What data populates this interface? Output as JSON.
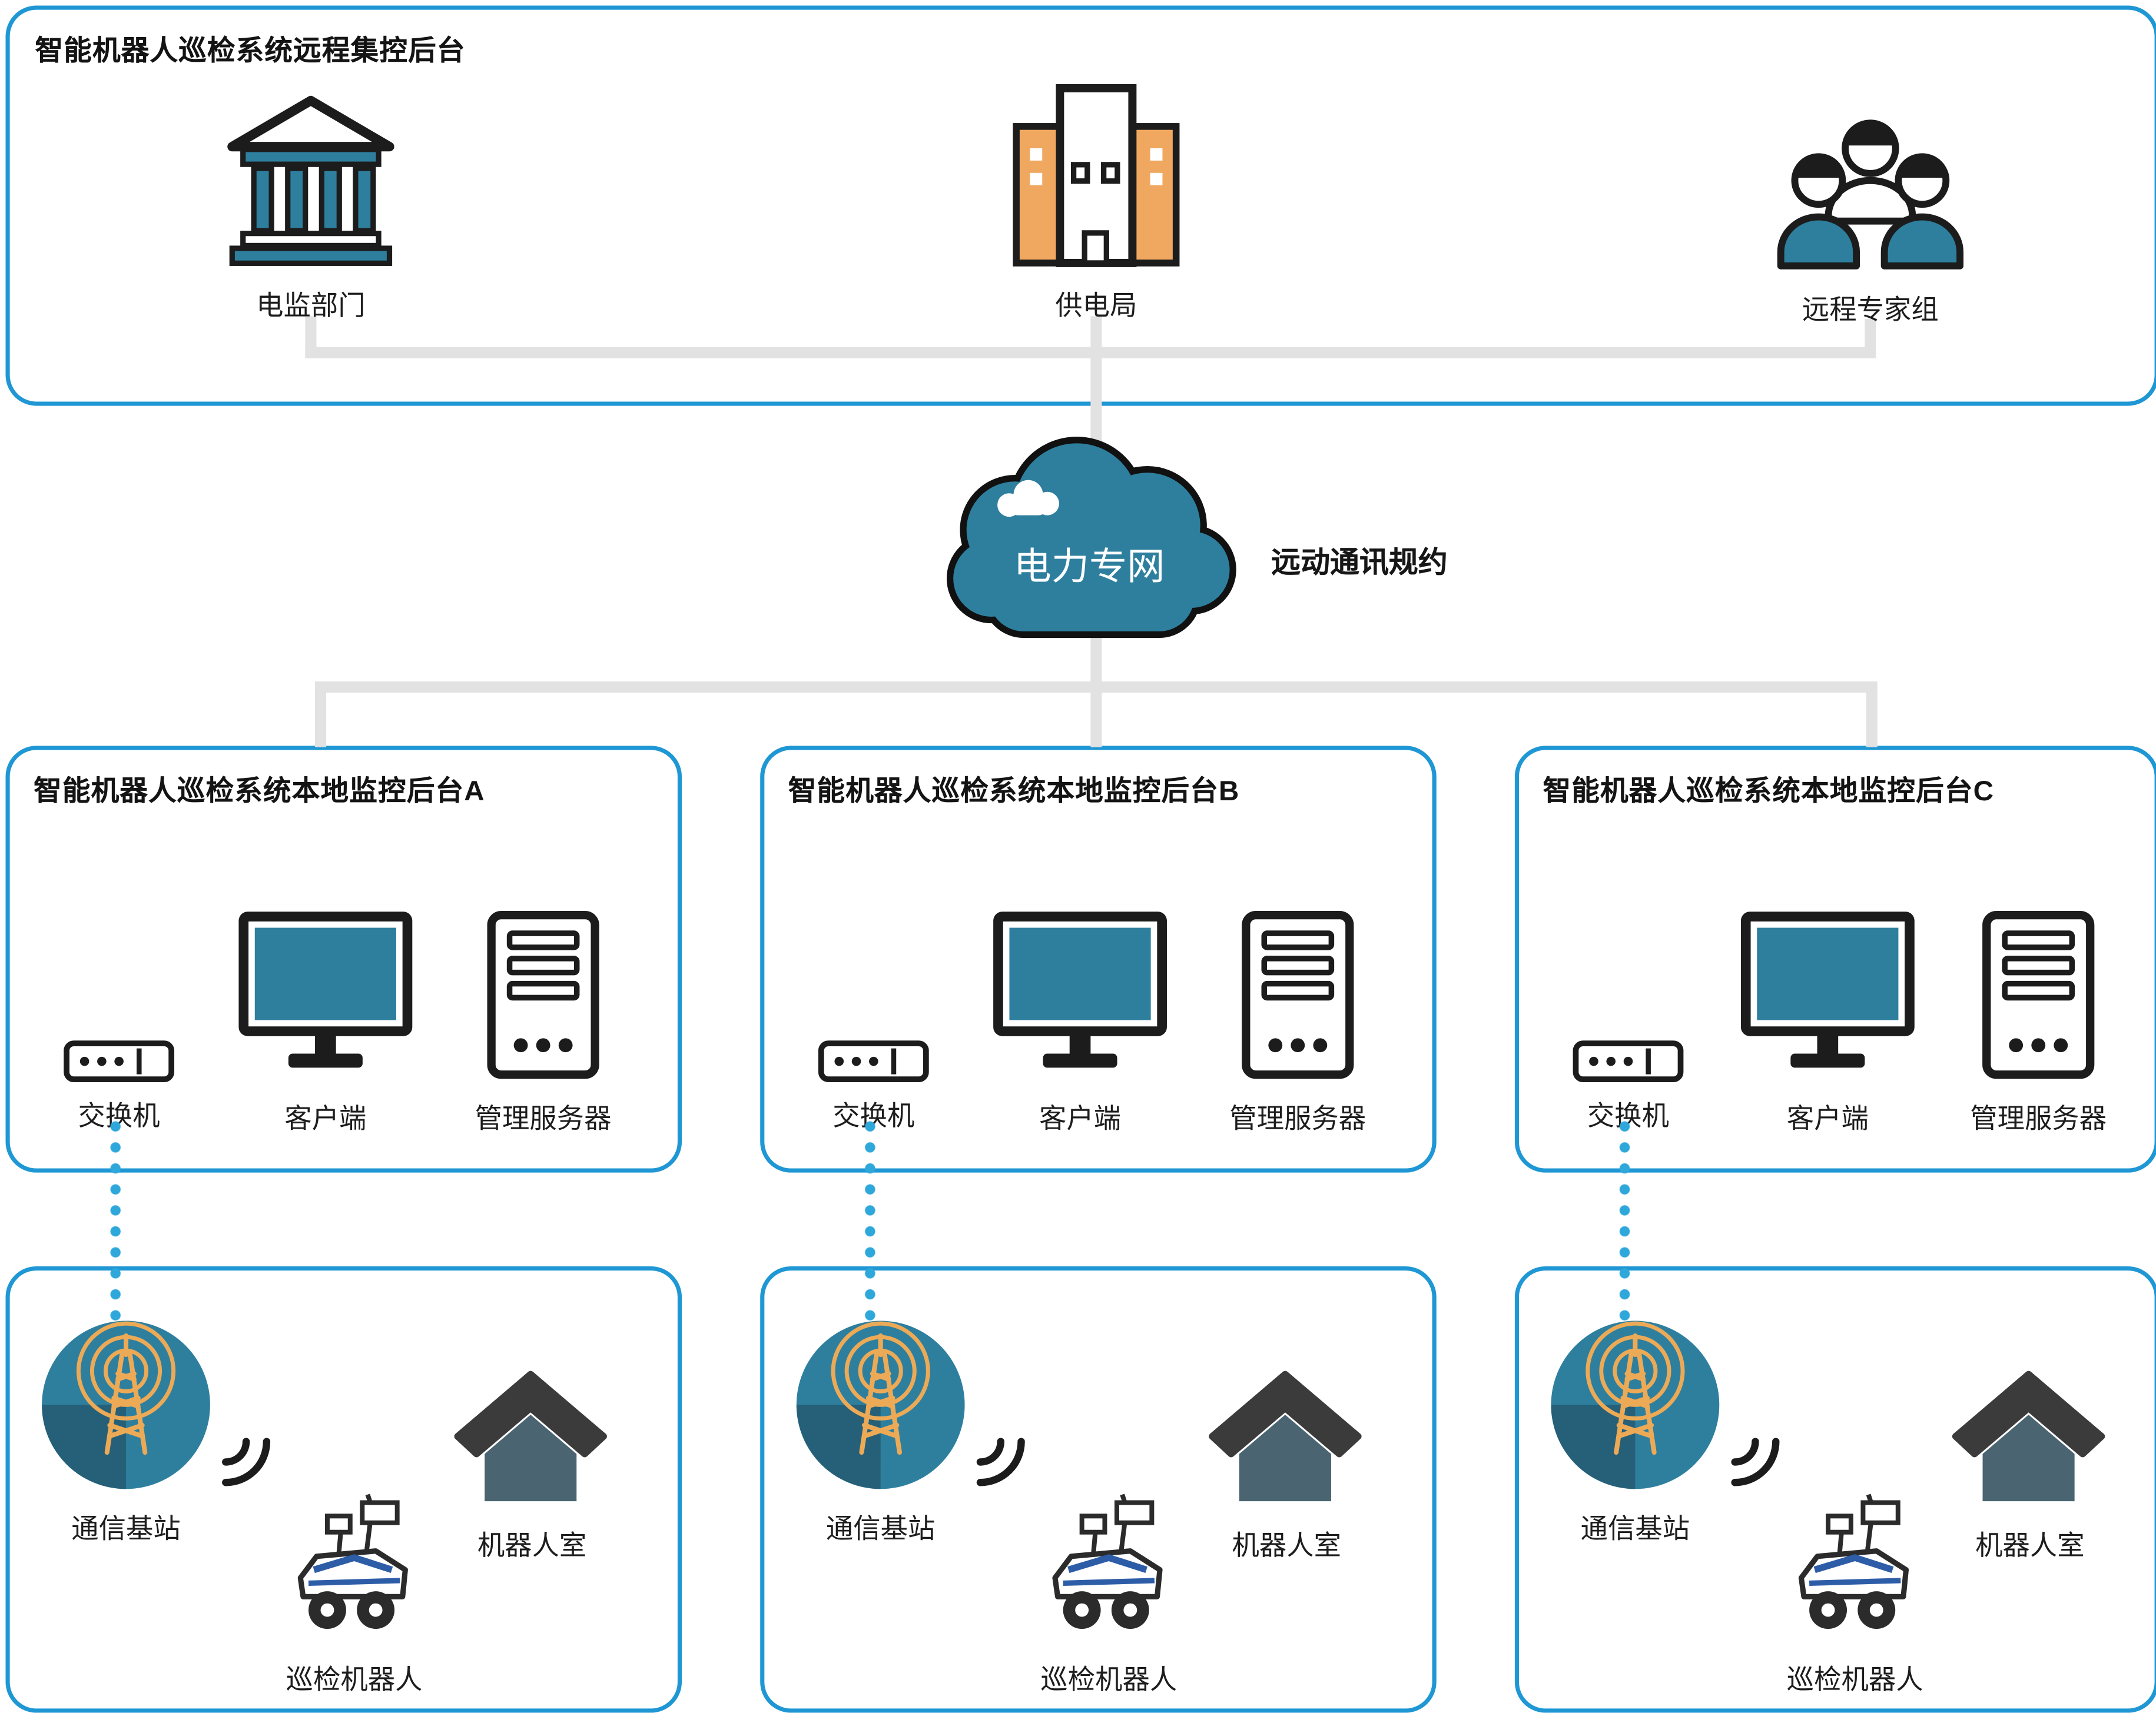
{
  "colors": {
    "panel_border": "#1f97d4",
    "teal": "#2e7f9e",
    "orange": "#f0a860",
    "connector_gray": "#e2e2e2",
    "dotted_link_blue": "#2ea7db",
    "outline_dark": "#1c1c1c",
    "house_body": "#4a6472",
    "house_roof": "#3b3b3b"
  },
  "remote_backend": {
    "title": "智能机器人巡检系统远程集控后台",
    "nodes": [
      {
        "label": "电监部门",
        "icon": "bank-icon"
      },
      {
        "label": "供电局",
        "icon": "power-bureau-building-icon"
      },
      {
        "label": "远程专家组",
        "icon": "expert-group-icon"
      }
    ]
  },
  "network": {
    "cloud_label": "电力专网",
    "cloud_icon": "power-network-cloud-icon",
    "protocol_label": "远动通讯规约"
  },
  "local_backends": [
    {
      "title": "智能机器人巡检系统本地监控后台A",
      "switch_label": "交换机",
      "client_label": "客户端",
      "server_label": "管理服务器"
    },
    {
      "title": "智能机器人巡检系统本地监控后台B",
      "switch_label": "交换机",
      "client_label": "客户端",
      "server_label": "管理服务器"
    },
    {
      "title": "智能机器人巡检系统本地监控后台C",
      "switch_label": "交换机",
      "client_label": "客户端",
      "server_label": "管理服务器"
    }
  ],
  "field_sites": [
    {
      "station_label": "通信基站",
      "robot_label": "巡检机器人",
      "room_label": "机器人室"
    },
    {
      "station_label": "通信基站",
      "robot_label": "巡检机器人",
      "room_label": "机器人室"
    },
    {
      "station_label": "通信基站",
      "robot_label": "巡检机器人",
      "room_label": "机器人室"
    }
  ],
  "icons": {
    "regulator": "bank-icon",
    "power_bureau": "power-bureau-building-icon",
    "experts": "expert-group-icon",
    "network": "power-network-cloud-icon",
    "switch": "switch-icon",
    "client": "client-monitor-icon",
    "server": "management-server-icon",
    "station": "base-station-icon",
    "signal": "wifi-signal-icon",
    "robot": "inspection-robot-icon",
    "room": "robot-room-icon"
  }
}
